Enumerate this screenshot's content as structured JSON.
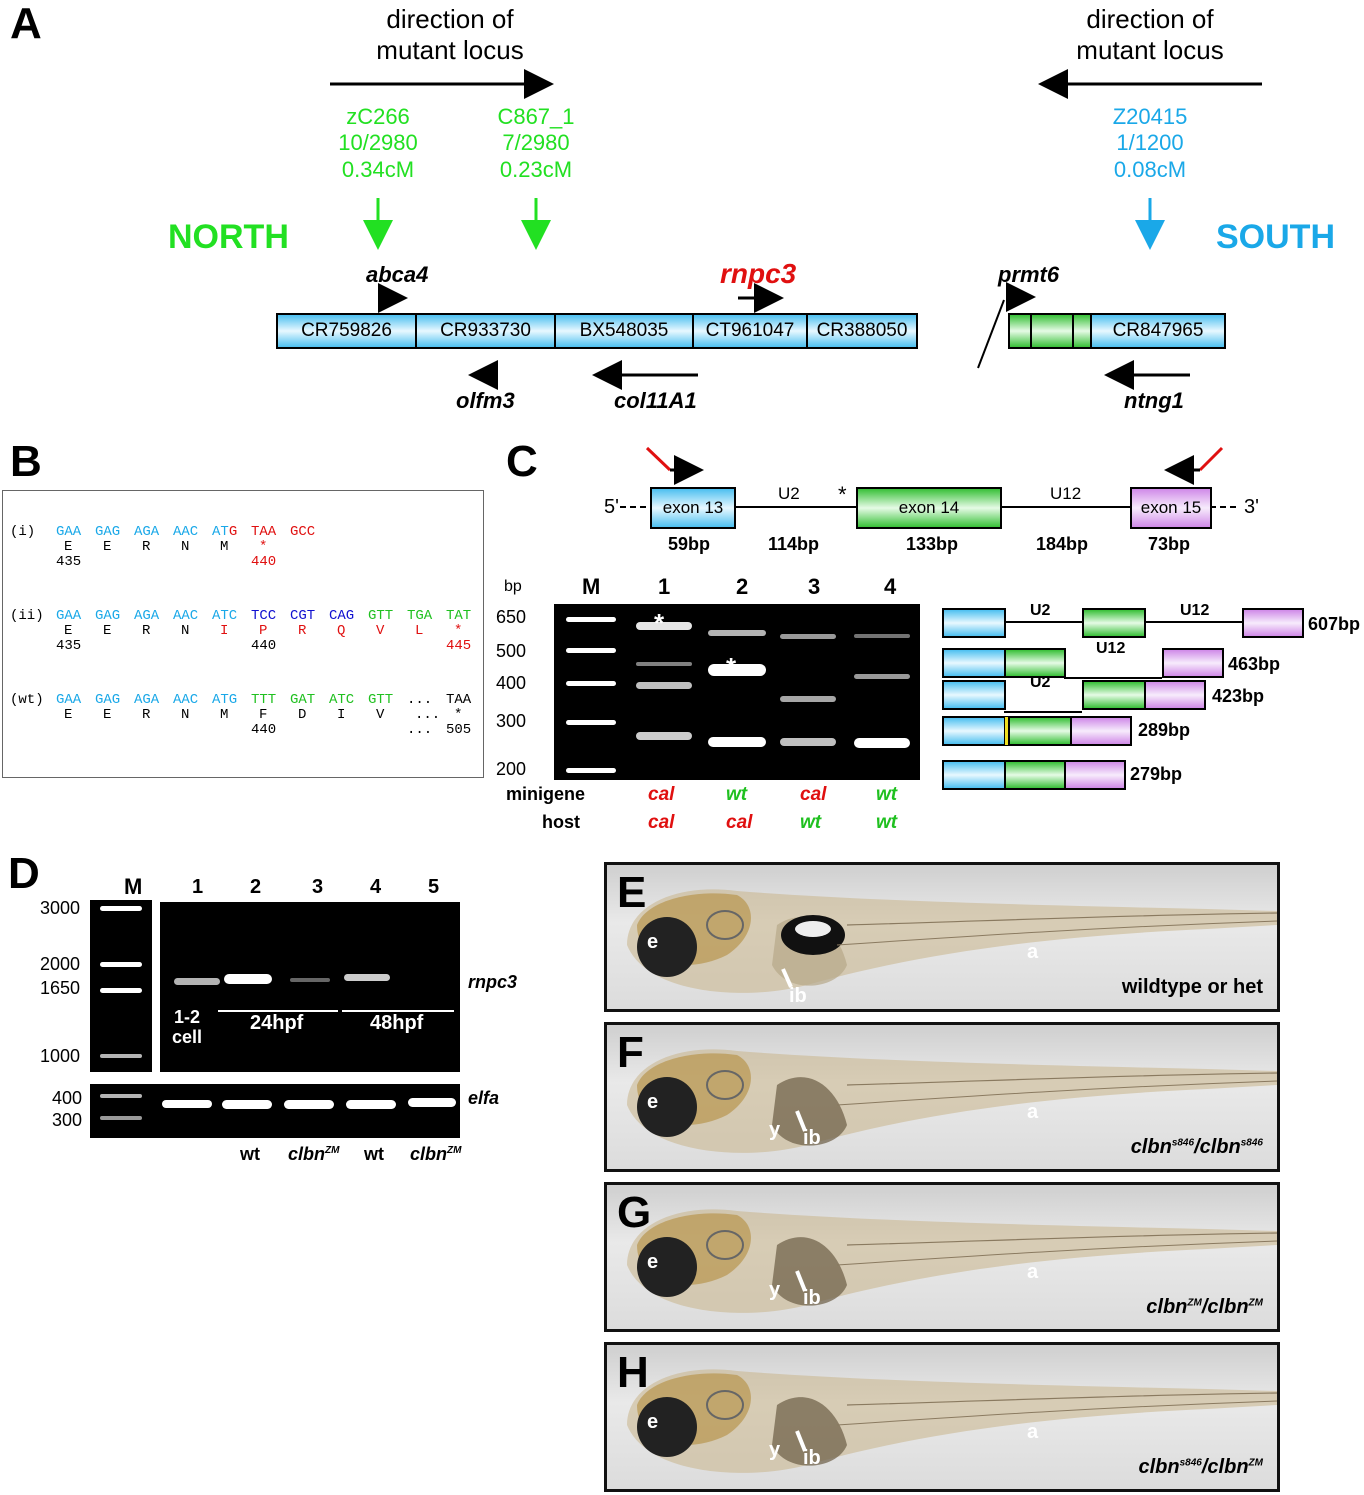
{
  "panels": {
    "A": "A",
    "B": "B",
    "C": "C",
    "D": "D",
    "E": "E",
    "F": "F",
    "G": "G",
    "H": "H"
  },
  "panelA": {
    "direction_left": "direction of\nmutant locus",
    "direction_right": "direction of\nmutant locus",
    "north": "NORTH",
    "south": "SOUTH",
    "markers": [
      {
        "name": "zC266",
        "ratio": "10/2980",
        "cm": "0.34cM",
        "color": "#22e022"
      },
      {
        "name": "C867_1",
        "ratio": "7/2980",
        "cm": "0.23cM",
        "color": "#22e022"
      },
      {
        "name": "Z20415",
        "ratio": "1/1200",
        "cm": "0.08cM",
        "color": "#1aa8e8"
      }
    ],
    "clones_left": [
      "CR759826",
      "CR933730",
      "BX548035",
      "CT961047",
      "CR388050"
    ],
    "clone_right": "CR847965",
    "genes": {
      "abca4": "abca4",
      "rnpc3": "rnpc3",
      "prmt6": "prmt6",
      "olfm3": "olfm3",
      "col11A1": "col11A1",
      "ntng1": "ntng1"
    }
  },
  "panelB": {
    "rows": [
      {
        "tag": "(i)",
        "codons": [
          {
            "t": "GAA",
            "c": "#1aa8e8"
          },
          {
            "t": "GAG",
            "c": "#1aa8e8"
          },
          {
            "t": "AGA",
            "c": "#1aa8e8"
          },
          {
            "t": "AAC",
            "c": "#1aa8e8"
          },
          {
            "t": "ATG",
            "c": "#1aa8e8",
            "last": "G"
          },
          {
            "t": "TAA",
            "c": "#e01010"
          },
          {
            "t": "GCC",
            "c": "#e01010"
          }
        ],
        "aa": [
          {
            "t": "E",
            "c": "#000"
          },
          {
            "t": "E",
            "c": "#000"
          },
          {
            "t": "R",
            "c": "#000"
          },
          {
            "t": "N",
            "c": "#000"
          },
          {
            "t": "M",
            "c": "#000"
          },
          {
            "t": "*",
            "c": "#e01010"
          }
        ],
        "num": [
          {
            "t": "435",
            "c": "#000",
            "col": 0
          },
          {
            "t": "440",
            "c": "#e01010",
            "col": 5
          }
        ]
      },
      {
        "tag": "(ii)",
        "codons": [
          {
            "t": "GAA",
            "c": "#1aa8e8"
          },
          {
            "t": "GAG",
            "c": "#1aa8e8"
          },
          {
            "t": "AGA",
            "c": "#1aa8e8"
          },
          {
            "t": "AAC",
            "c": "#1aa8e8"
          },
          {
            "t": "ATC",
            "c": "#1aa8e8"
          },
          {
            "t": "TCC",
            "c": "#1010d0"
          },
          {
            "t": "CGT",
            "c": "#1010d0"
          },
          {
            "t": "CAG",
            "c": "#1010d0"
          },
          {
            "t": "GTT",
            "c": "#20c020"
          },
          {
            "t": "TGA",
            "c": "#20c020"
          },
          {
            "t": "TAT",
            "c": "#20c020"
          }
        ],
        "aa": [
          {
            "t": "E",
            "c": "#000"
          },
          {
            "t": "E",
            "c": "#000"
          },
          {
            "t": "R",
            "c": "#000"
          },
          {
            "t": "N",
            "c": "#000"
          },
          {
            "t": "I",
            "c": "#e01010"
          },
          {
            "t": "P",
            "c": "#e01010"
          },
          {
            "t": "R",
            "c": "#e01010"
          },
          {
            "t": "Q",
            "c": "#e01010"
          },
          {
            "t": "V",
            "c": "#e01010"
          },
          {
            "t": "L",
            "c": "#e01010"
          },
          {
            "t": "*",
            "c": "#e01010"
          }
        ],
        "num": [
          {
            "t": "435",
            "c": "#000",
            "col": 0
          },
          {
            "t": "440",
            "c": "#000",
            "col": 5
          },
          {
            "t": "445",
            "c": "#e01010",
            "col": 10
          }
        ]
      },
      {
        "tag": "(wt)",
        "codons": [
          {
            "t": "GAA",
            "c": "#1aa8e8"
          },
          {
            "t": "GAG",
            "c": "#1aa8e8"
          },
          {
            "t": "AGA",
            "c": "#1aa8e8"
          },
          {
            "t": "AAC",
            "c": "#1aa8e8"
          },
          {
            "t": "ATG",
            "c": "#1aa8e8"
          },
          {
            "t": "TTT",
            "c": "#20c020"
          },
          {
            "t": "GAT",
            "c": "#20c020"
          },
          {
            "t": "ATC",
            "c": "#20c020"
          },
          {
            "t": "GTT",
            "c": "#20c020"
          },
          {
            "t": "...",
            "c": "#000"
          },
          {
            "t": "TAA",
            "c": "#000"
          }
        ],
        "aa": [
          {
            "t": "E",
            "c": "#000"
          },
          {
            "t": "E",
            "c": "#000"
          },
          {
            "t": "R",
            "c": "#000"
          },
          {
            "t": "N",
            "c": "#000"
          },
          {
            "t": "M",
            "c": "#000"
          },
          {
            "t": "F",
            "c": "#000"
          },
          {
            "t": "D",
            "c": "#000"
          },
          {
            "t": "I",
            "c": "#000"
          },
          {
            "t": "V",
            "c": "#000"
          },
          {
            "t": "...",
            "c": "#000"
          },
          {
            "t": "*",
            "c": "#000"
          }
        ],
        "num": [
          {
            "t": "440",
            "c": "#000",
            "col": 5
          },
          {
            "t": "...",
            "c": "#000",
            "col": 9
          },
          {
            "t": "505",
            "c": "#000",
            "col": 10
          }
        ]
      }
    ]
  },
  "panelC": {
    "five_prime": "5'",
    "three_prime": "3'",
    "exons": [
      "exon 13",
      "exon 14",
      "exon 15"
    ],
    "introns": [
      "U2",
      "U12"
    ],
    "lengths": [
      "59bp",
      "114bp",
      "133bp",
      "184bp",
      "73bp"
    ],
    "star": "*",
    "bp_label": "bp",
    "ladder": [
      "650",
      "500",
      "400",
      "300",
      "200"
    ],
    "lanes": [
      "M",
      "1",
      "2",
      "3",
      "4"
    ],
    "minigene_label": "minigene",
    "host_label": "host",
    "minigene": [
      {
        "t": "cal",
        "c": "#e01010"
      },
      {
        "t": "wt",
        "c": "#20c020"
      },
      {
        "t": "cal",
        "c": "#e01010"
      },
      {
        "t": "wt",
        "c": "#20c020"
      }
    ],
    "host": [
      {
        "t": "cal",
        "c": "#e01010"
      },
      {
        "t": "cal",
        "c": "#e01010"
      },
      {
        "t": "wt",
        "c": "#20c020"
      },
      {
        "t": "wt",
        "c": "#20c020"
      }
    ],
    "products": [
      {
        "size": "607bp",
        "i1": "U2",
        "i2": "U12"
      },
      {
        "size": "463bp",
        "i2": "U12"
      },
      {
        "size": "423bp",
        "i1": "U2"
      },
      {
        "size": "289bp"
      },
      {
        "size": "279bp"
      }
    ]
  },
  "panelD": {
    "lanes": [
      "M",
      "1",
      "2",
      "3",
      "4",
      "5"
    ],
    "ladder": [
      "3000",
      "2000",
      "1650",
      "1000"
    ],
    "ladder_small": [
      "400",
      "300"
    ],
    "gene1": "rnpc3",
    "gene2": "elfa",
    "stage1": "1-2\ncell",
    "stage2": "24hpf",
    "stage3": "48hpf",
    "genotypes": [
      {
        "t": "wt"
      },
      {
        "t": "clbn",
        "sup": "ZM"
      },
      {
        "t": "wt"
      },
      {
        "t": "clbn",
        "sup": "ZM"
      }
    ]
  },
  "fish": [
    {
      "id": "E",
      "genotype": "wildtype or het",
      "labels": {
        "e": "e",
        "ib": "ib",
        "a": "a"
      }
    },
    {
      "id": "F",
      "genotype": "clbn/clbn",
      "sup1": "s846",
      "sup2": "s846",
      "labels": {
        "e": "e",
        "y": "y",
        "ib": "ib",
        "a": "a"
      }
    },
    {
      "id": "G",
      "genotype": "clbn/clbn",
      "sup1": "ZM",
      "sup2": "ZM",
      "labels": {
        "e": "e",
        "y": "y",
        "ib": "ib",
        "a": "a"
      }
    },
    {
      "id": "H",
      "genotype": "clbn/clbn",
      "sup1": "s846",
      "sup2": "ZM",
      "labels": {
        "e": "e",
        "y": "y",
        "ib": "ib",
        "a": "a"
      }
    }
  ],
  "colors": {
    "green": "#22e022",
    "blue": "#1aa8e8",
    "red": "#e01010"
  }
}
